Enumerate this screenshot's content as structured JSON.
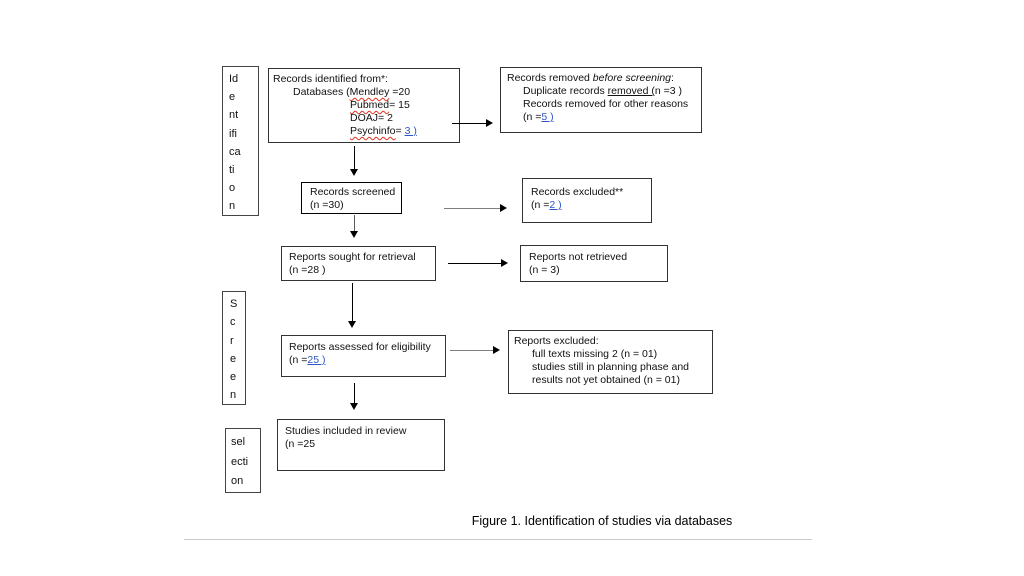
{
  "colors": {
    "link-blue": "#2d55c8",
    "spellcheck-red": "#e0301e",
    "arrow-gray": "#7f7f7f"
  },
  "figure": {
    "caption": "Figure 1. Identification of studies via databases"
  },
  "sidebar": {
    "identification": {
      "label": "Identification",
      "lines": [
        "Id",
        "e",
        "nt",
        "ifi",
        "ca",
        "ti",
        "o",
        "n"
      ]
    },
    "screening": {
      "label": "Screen",
      "lines": [
        "S",
        "c",
        "r",
        "e",
        "e",
        "n"
      ]
    },
    "selection": {
      "label": "selection",
      "lines": [
        "sel",
        "ecti",
        "on"
      ]
    }
  },
  "boxes": {
    "records_identified": {
      "title": "Records identified from*:",
      "databases_label": "Databases (",
      "entries": [
        {
          "name": "Mendley",
          "suffix": " =20"
        },
        {
          "name": "Pubmed",
          "suffix": "= 15"
        },
        {
          "name": "DOAJ",
          "suffix": "= 2"
        },
        {
          "name": "Psychinfo",
          "eq": "= ",
          "link": "3 )"
        }
      ]
    },
    "records_removed": {
      "title_prefix": "Records removed ",
      "title_italic": "before screening",
      "title_suffix": ":",
      "line1_prefix": "Duplicate records ",
      "line1_underlined": "removed  (",
      "line1_suffix": "n =3 )",
      "line2": "Records removed for other reasons",
      "line3_prefix": "(n =",
      "line3_link": "5 )"
    },
    "records_screened": {
      "line1": "Records screened",
      "line2": "(n =30)"
    },
    "records_excluded": {
      "line1": "Records excluded**",
      "line2_prefix": "(n =",
      "line2_link": "2 )"
    },
    "reports_sought": {
      "line1": "Reports sought for retrieval",
      "line2": "(n =28 )"
    },
    "reports_not_retrieved": {
      "line1": "Reports not retrieved",
      "line2": "(n = 3)"
    },
    "reports_assessed": {
      "line1": "Reports assessed for eligibility",
      "line2_prefix": "(n =",
      "line2_link": "25 )"
    },
    "reports_excluded": {
      "title": "Reports excluded:",
      "lines": [
        "full texts missing 2 (n = 01)",
        "studies still in planning phase and",
        "results not yet obtained (n = 01)"
      ]
    },
    "studies_included": {
      "line1": "Studies included in review",
      "line2": "(n =25"
    }
  }
}
